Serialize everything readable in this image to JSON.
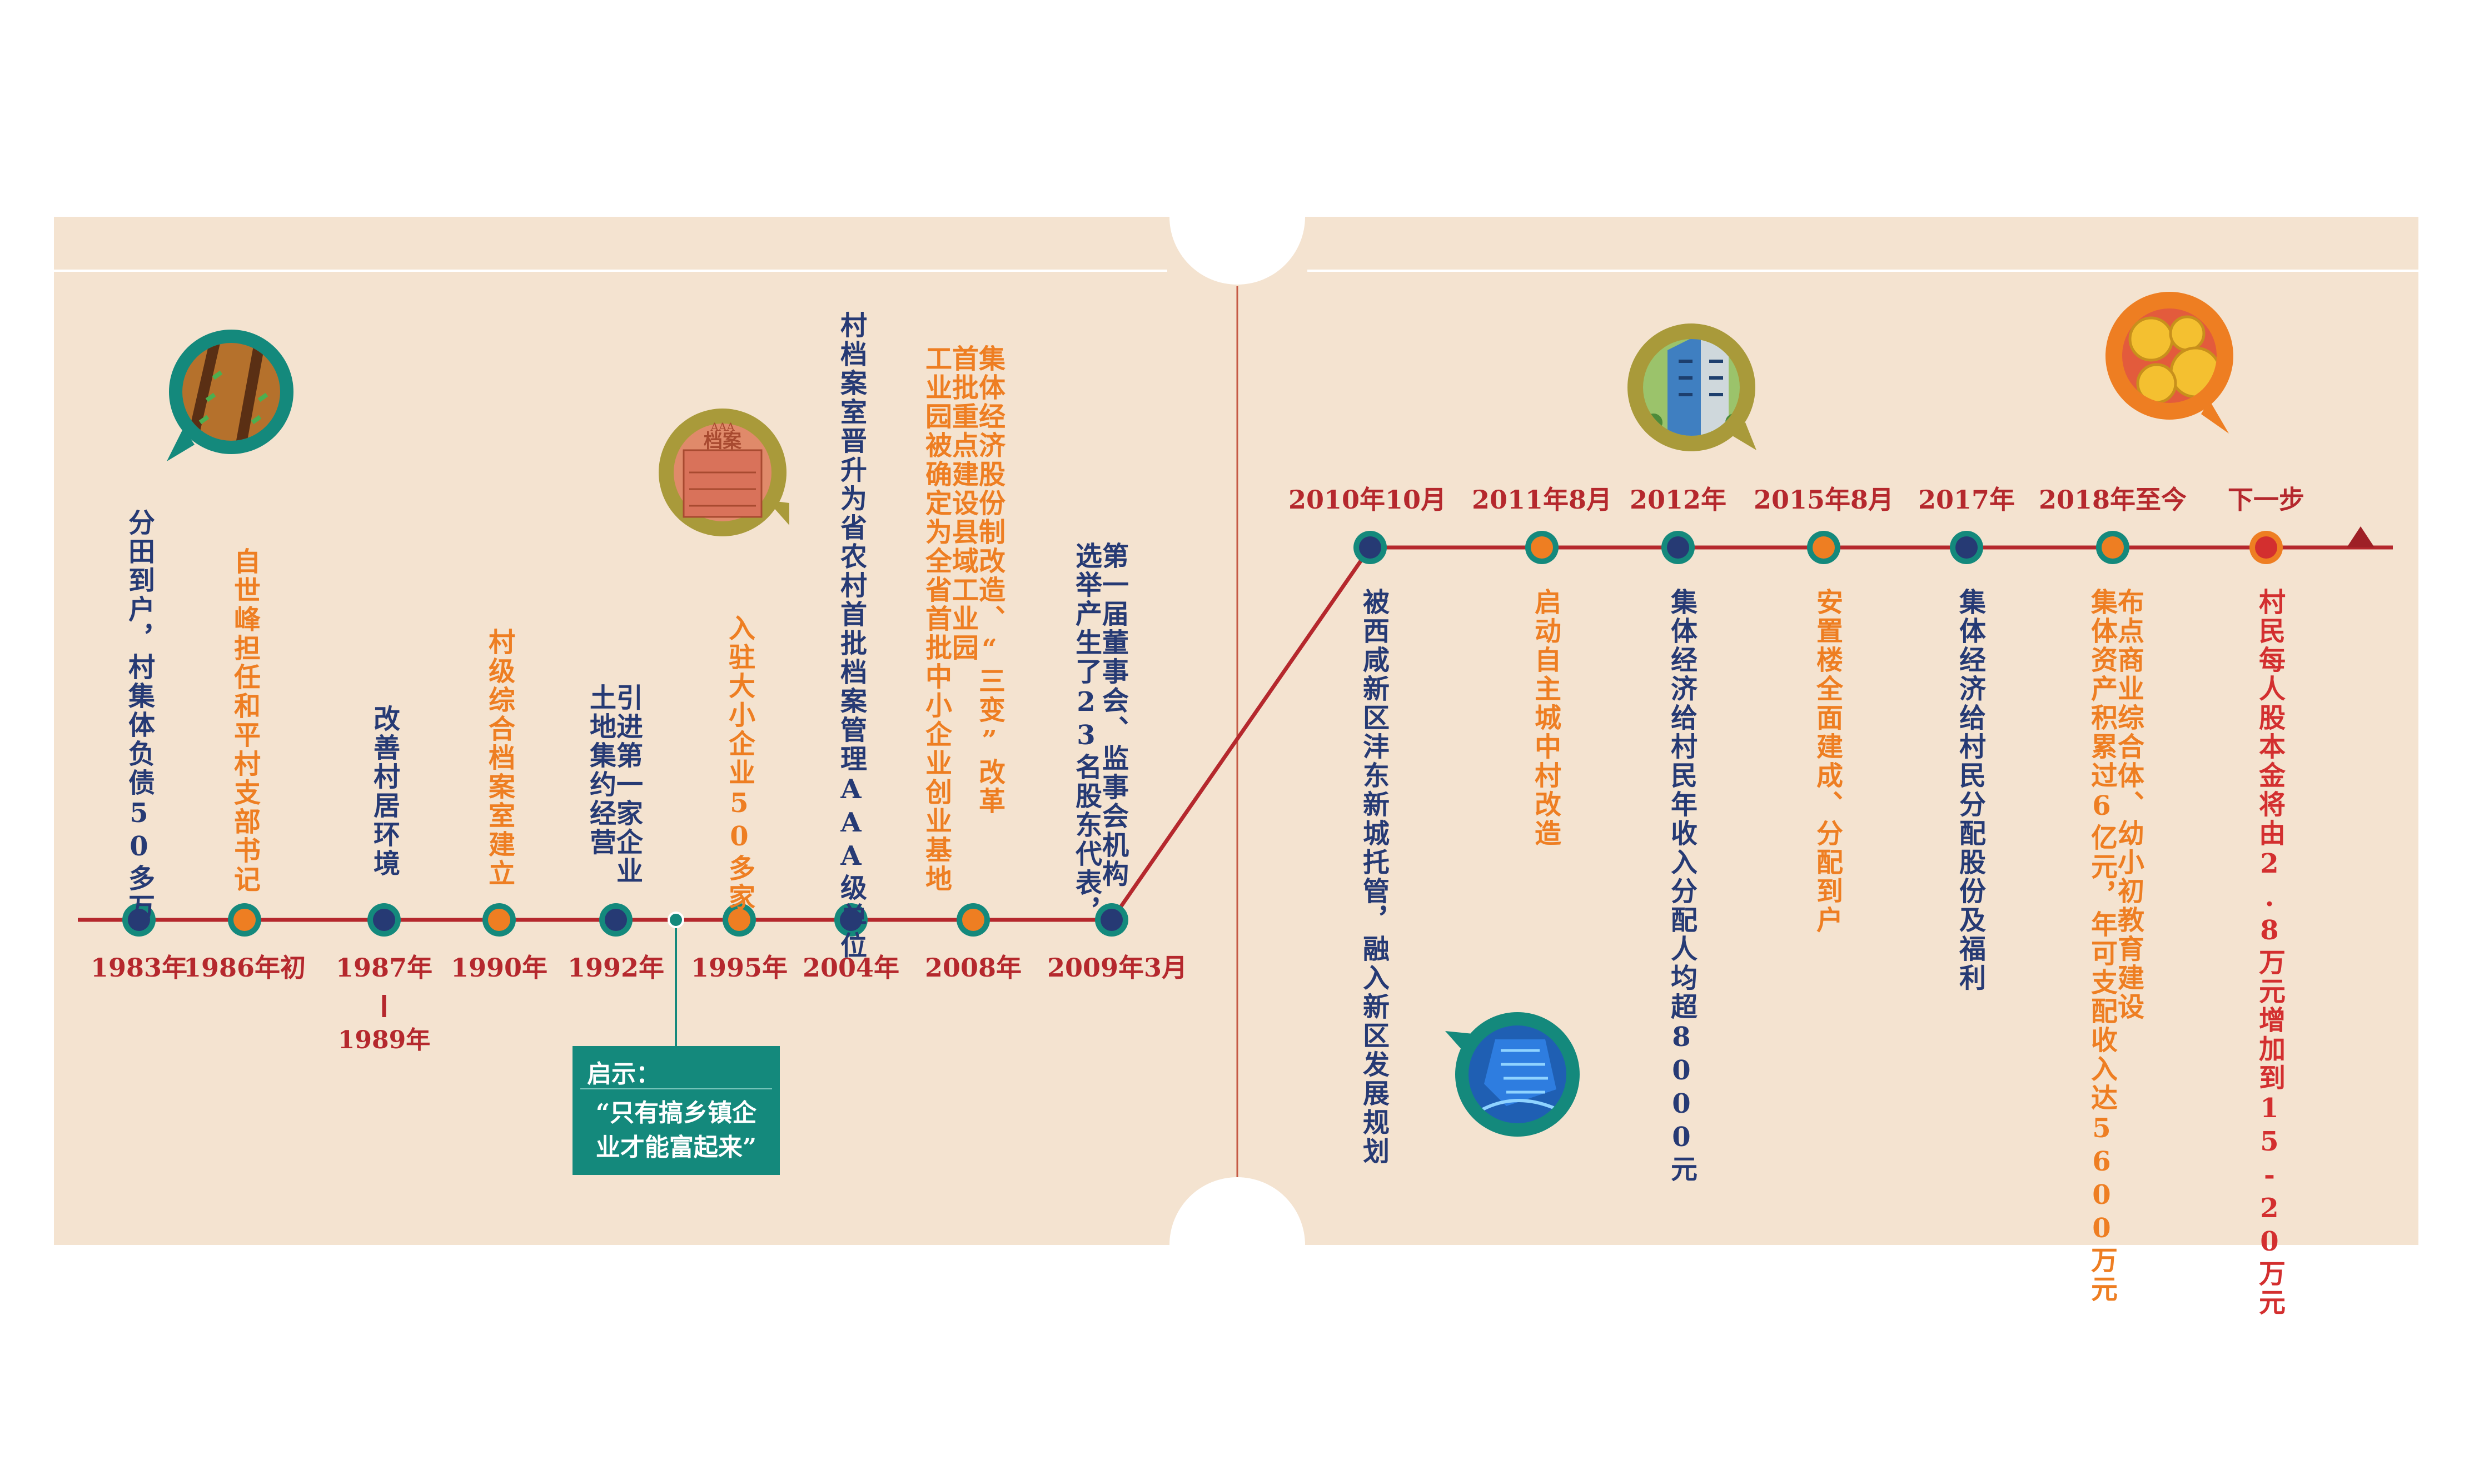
{
  "colors": {
    "ticket_bg": "#f4e3d0",
    "line": "#b5282d",
    "node_blue": "#263a74",
    "node_orange": "#ee7e22",
    "node_ring": "#14897c",
    "text_blue": "#263a74",
    "text_orange": "#ee7e22",
    "text_red": "#b5282d",
    "hint_bg": "#14897c"
  },
  "timeline": {
    "left": [
      {
        "date": "1983年",
        "text": "分田到户，村集体负债50多万",
        "color": "blue"
      },
      {
        "date": "1986年初",
        "text": "自世峰担任和平村支部书记",
        "color": "orange"
      },
      {
        "date": "1987年",
        "date_to": "1989年",
        "text": "改善村居环境",
        "color": "blue"
      },
      {
        "date": "1990年",
        "text": "村级综合档案室建立",
        "color": "orange"
      },
      {
        "date": "1992年",
        "text": "引进第一家企业\n土地集约经营",
        "color": "blue"
      },
      {
        "date": "1995年",
        "text": "入驻大小企业50多家",
        "color": "orange"
      },
      {
        "date": "2004年",
        "text": "村档案室晋升为省农村首批档案管理AAA级单位",
        "color": "blue"
      },
      {
        "date": "2008年",
        "text": "集体经济股份制改造、“三变”改革\n首批重点建设县域工业园\n工业园被确定为全省首批中小企业创业基地",
        "color": "orange"
      },
      {
        "date": "2009年3月",
        "text": "第一届董事会、监事会机构\n选举产生了23名股东代表，",
        "color": "blue"
      }
    ],
    "right": [
      {
        "date": "2010年10月",
        "text": "被西咸新区沣东新城托管，融入新区发展规划",
        "color": "blue"
      },
      {
        "date": "2011年8月",
        "text": "启动自主城中村改造",
        "color": "orange"
      },
      {
        "date": "2012年",
        "text": "集体经济给村民年收入分配人均超8000元",
        "color": "blue"
      },
      {
        "date": "2015年8月",
        "text": "安置楼全面建成、分配到户",
        "color": "orange"
      },
      {
        "date": "2017年",
        "text": "集体经济给村民分配股份及福利",
        "color": "blue"
      },
      {
        "date": "2018年至今",
        "text": "布点商业综合体、幼小初教育建设\n集体资产积累过6亿元，年可支配收入达5600万元",
        "color": "orange"
      },
      {
        "date": "下一步",
        "text": "村民每人股本金将由2.8万元增加到15-20万元",
        "color": "red"
      }
    ]
  },
  "hint": {
    "title": "启示：",
    "body": "“只有搞乡镇企\n业才能富起来”"
  },
  "icons": {
    "bubble_1983": "farm-field-icon",
    "bubble_1995": "archive-document-icon",
    "bubble_2012": "city-buildings-icon",
    "bubble_2018": "gold-coins-icon",
    "bubble_2010": "tech-building-icon"
  },
  "archive_icon_text": {
    "tag": "AAA",
    "label": "档案"
  }
}
